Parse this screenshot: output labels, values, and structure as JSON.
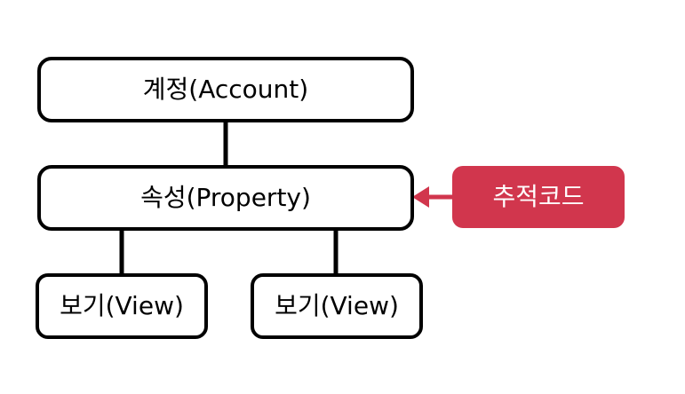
{
  "diagram": {
    "account_label": "계정(Account)",
    "property_label": "속성(Property)",
    "views": [
      {
        "label": "보기(View)"
      },
      {
        "label": "보기(View)"
      }
    ],
    "tracking_code_label": "추적코드"
  },
  "colors": {
    "box_border": "#000000",
    "box_fill": "#ffffff",
    "tag_fill": "#d1364d",
    "tag_text": "#ffffff"
  }
}
